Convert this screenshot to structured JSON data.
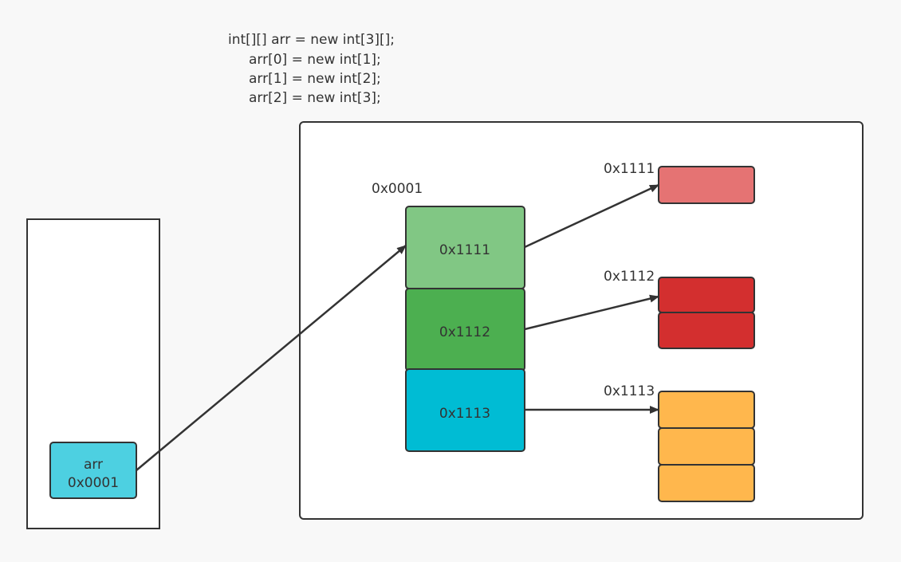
{
  "code": {
    "lines": [
      "int[][] arr = new int[3][];",
      "arr[0] = new int[1];",
      "arr[1] = new int[2];",
      "arr[2] = new int[3];"
    ]
  },
  "stack": {
    "variable": {
      "name": "arr",
      "value": "0x0001",
      "color": "#4dd0e1"
    }
  },
  "heap": {
    "outer_array": {
      "address": "0x0001",
      "cells": [
        {
          "value": "0x1111",
          "color": "#81c784"
        },
        {
          "value": "0x1112",
          "color": "#4caf50"
        },
        {
          "value": "0x1113",
          "color": "#00bcd4"
        }
      ]
    },
    "inner_arrays": [
      {
        "address": "0x1111",
        "length": 1,
        "color": "#e57373"
      },
      {
        "address": "0x1112",
        "length": 2,
        "color": "#d32f2f"
      },
      {
        "address": "0x1113",
        "length": 3,
        "color": "#ffb74d"
      }
    ]
  },
  "colors": {
    "stroke": "#333333",
    "background": "#f8f8f8",
    "panel": "#ffffff"
  }
}
